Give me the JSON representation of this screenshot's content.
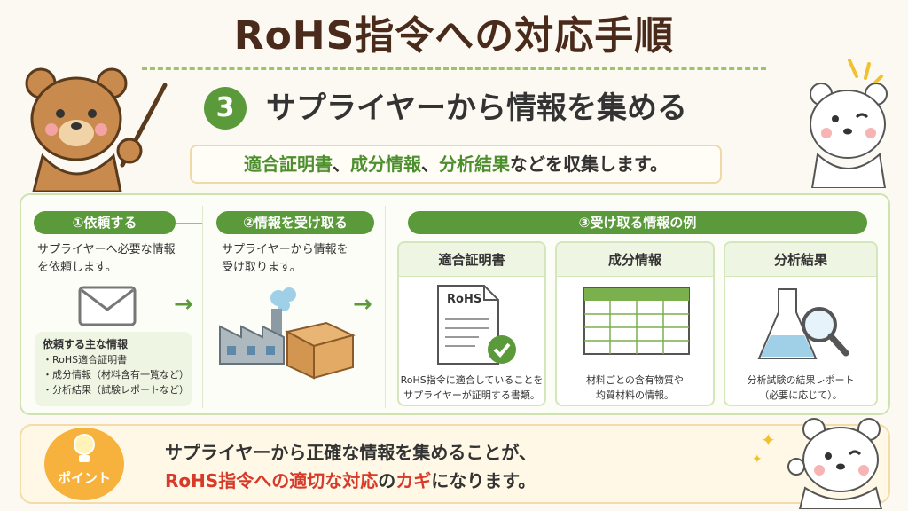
{
  "title": "RoHS指令への対応手順",
  "step": {
    "number": "3",
    "title": "サプライヤーから情報を集める"
  },
  "subtitle": {
    "part1": "適合証明書",
    "sep1": "、",
    "part2": "成分情報",
    "sep2": "、",
    "part3": "分析結果",
    "rest": "などを収集します。"
  },
  "step1": {
    "label": "①依頼する",
    "desc_line1": "サプライヤーへ必要な情報",
    "desc_line2": "を依頼します。",
    "list_title": "依頼する主な情報",
    "items": [
      "・RoHS適合証明書",
      "・成分情報（材料含有一覧など）",
      "・分析結果（試験レポートなど）"
    ]
  },
  "step2": {
    "label": "②情報を受け取る",
    "desc_line1": "サプライヤーから情報を",
    "desc_line2": "受け取ります。"
  },
  "step3": {
    "label": "③受け取る情報の例",
    "cards": [
      {
        "title": "適合証明書",
        "doc_label": "RoHS",
        "line1": "RoHS指令に適合していることを",
        "line2": "サプライヤーが証明する書類。"
      },
      {
        "title": "成分情報",
        "line1": "材料ごとの含有物質や",
        "line2": "均質材料の情報。"
      },
      {
        "title": "分析結果",
        "line1": "分析試験の結果レポート",
        "line2": "（必要に応じて）。"
      }
    ]
  },
  "point": {
    "badge": "ポイント",
    "line1": "サプライヤーから正確な情報を集めることが、",
    "line2_red1": "RoHS指令への適切な対応",
    "line2_mid": "の",
    "line2_red2": "カギ",
    "line2_end": "になります。"
  },
  "colors": {
    "accent": "#5a9a3a",
    "title": "#4a2a1a",
    "highlight": "#d83a2a",
    "point": "#f6b23c"
  }
}
